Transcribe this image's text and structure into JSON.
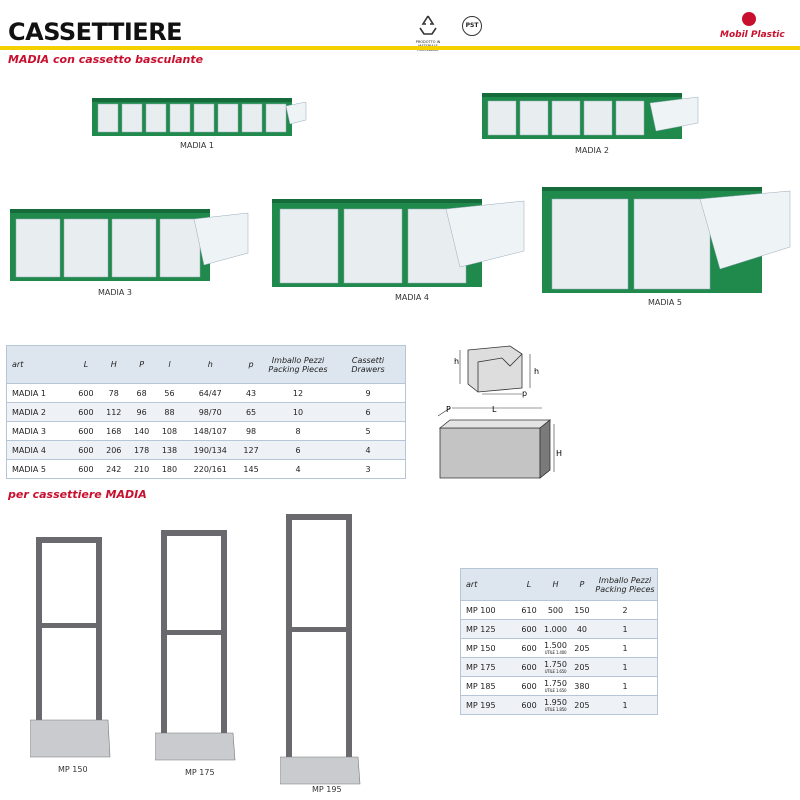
{
  "header": {
    "title": "CASSETTIERE",
    "subtitle": "MADIA con cassetto basculante",
    "recycle_label": "PRODOTTO IN MATERIALE RICICLABILE",
    "pst_label": "PST",
    "brand_logo": "Mobil Plastic",
    "colors": {
      "accent_bar": "#f5d000",
      "subtitle": "#c8102e",
      "cabinet_green": "#1f8a4c"
    }
  },
  "products": [
    {
      "caption": "MADIA 1"
    },
    {
      "caption": "MADIA 2"
    },
    {
      "caption": "MADIA 3"
    },
    {
      "caption": "MADIA 4"
    },
    {
      "caption": "MADIA 5"
    }
  ],
  "madia_table": {
    "headers": [
      "art",
      "L",
      "H",
      "P",
      "l",
      "h",
      "p",
      "Imballo Pezzi",
      "Packing Pieces",
      "Cassetti",
      "Drawers"
    ],
    "rows": [
      [
        "MADIA 1",
        "600",
        "78",
        "68",
        "56",
        "64/47",
        "43",
        "12",
        "9"
      ],
      [
        "MADIA 2",
        "600",
        "112",
        "96",
        "88",
        "98/70",
        "65",
        "10",
        "6"
      ],
      [
        "MADIA 3",
        "600",
        "168",
        "140",
        "108",
        "148/107",
        "98",
        "8",
        "5"
      ],
      [
        "MADIA 4",
        "600",
        "206",
        "178",
        "138",
        "190/134",
        "127",
        "6",
        "4"
      ],
      [
        "MADIA 5",
        "600",
        "242",
        "210",
        "180",
        "220/161",
        "145",
        "4",
        "3"
      ]
    ]
  },
  "diagram": {
    "labels": [
      "h",
      "h",
      "p",
      "P",
      "L",
      "H"
    ]
  },
  "stands_subtitle": "per cassettiere MADIA",
  "stands": [
    {
      "caption": "MP 150"
    },
    {
      "caption": "MP 175"
    },
    {
      "caption": "MP 195"
    }
  ],
  "mp_table": {
    "headers": [
      "art",
      "L",
      "H",
      "P",
      "Imballo Pezzi",
      "Packing Pieces"
    ],
    "rows": [
      [
        "MP 100",
        "610",
        "500",
        "150",
        "",
        "2"
      ],
      [
        "MP 125",
        "600",
        "1.000",
        "40",
        "",
        "1"
      ],
      [
        "MP 150",
        "600",
        "1.500",
        "205",
        "UTILE 1.400",
        "1"
      ],
      [
        "MP 175",
        "600",
        "1.750",
        "205",
        "UTILE 1.650",
        "1"
      ],
      [
        "MP 185",
        "600",
        "1.750",
        "380",
        "UTILE 1.650",
        "1"
      ],
      [
        "MP 195",
        "600",
        "1.950",
        "205",
        "UTILE 1.850",
        "1"
      ]
    ]
  }
}
